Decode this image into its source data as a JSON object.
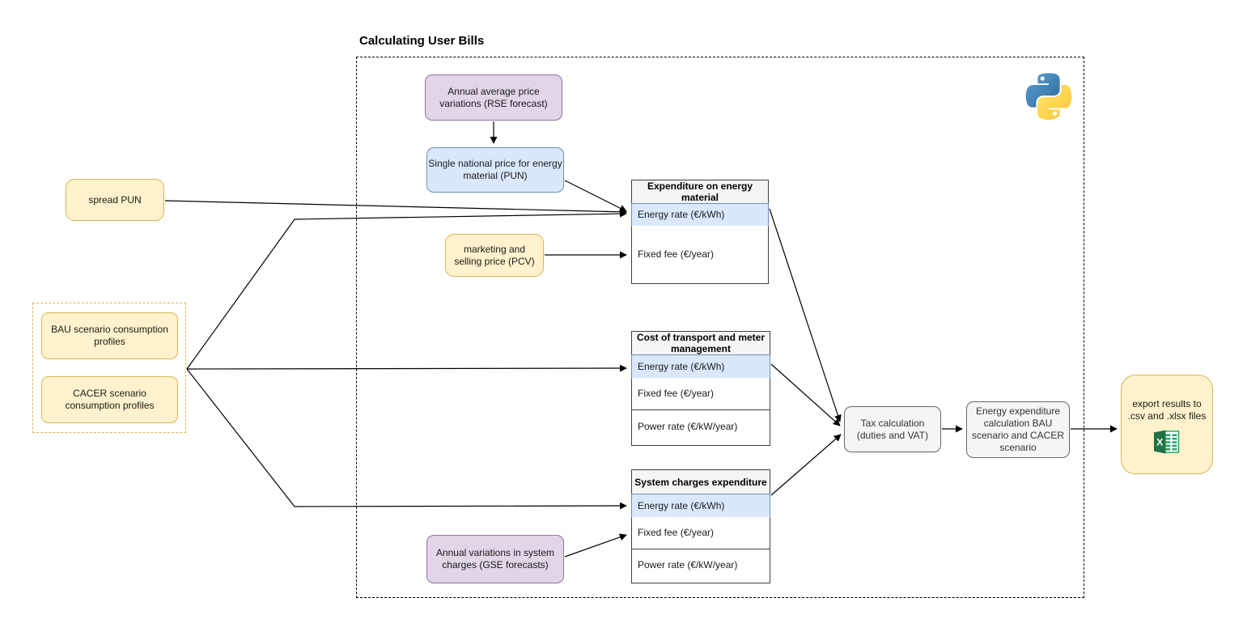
{
  "title": "Calculating User Bills",
  "colors": {
    "yellow_fill": "#fff2cc",
    "yellow_stroke": "#d6b656",
    "purple_fill": "#e1d5e7",
    "purple_stroke": "#9673a6",
    "blue_fill": "#dae8fc",
    "blue_stroke": "#6c8ebf",
    "gray_fill": "#f5f5f5",
    "gray_stroke": "#666666",
    "excel_green": "#217346",
    "python_blue": "#387eb8",
    "python_yellow": "#ffd43b"
  },
  "nodes": {
    "rse": {
      "label": "Annual average price variations (RSE forecast)"
    },
    "pun": {
      "label": "Single national price for energy material (PUN)"
    },
    "spread_pun": {
      "label": "spread PUN"
    },
    "pcv": {
      "label": "marketing and selling price (PCV)"
    },
    "bau": {
      "label": "BAU scenario consumption profiles"
    },
    "cacer": {
      "label": "CACER scenario consumption profiles"
    },
    "gse": {
      "label": "Annual variations in system charges (GSE forecasts)"
    },
    "tax": {
      "label": "Tax calculation (duties and VAT)"
    },
    "energy_expenditure": {
      "label": "Energy expenditure calculation BAU scenario and CACER scenario"
    },
    "export": {
      "label": "export results to .csv and .xlsx files"
    }
  },
  "tables": [
    {
      "title": "Expenditure on energy material",
      "rows": [
        {
          "label": "Energy rate (€/kWh)",
          "highlighted": true
        },
        {
          "label": "Fixed fee (€/year)",
          "highlighted": false
        }
      ]
    },
    {
      "title": "Cost of transport and meter management",
      "rows": [
        {
          "label": "Energy rate (€/kWh)",
          "highlighted": true
        },
        {
          "label": "Fixed fee (€/year)",
          "highlighted": false
        },
        {
          "label": "Power rate (€/kW/year)",
          "highlighted": false
        }
      ]
    },
    {
      "title": "System charges expenditure",
      "rows": [
        {
          "label": "Energy rate (€/kWh)",
          "highlighted": true
        },
        {
          "label": "Fixed fee (€/year)",
          "highlighted": false
        },
        {
          "label": "Power rate (€/kW/year)",
          "highlighted": false
        }
      ]
    }
  ],
  "icons": {
    "python": "python-logo-icon",
    "excel": "excel-icon"
  }
}
